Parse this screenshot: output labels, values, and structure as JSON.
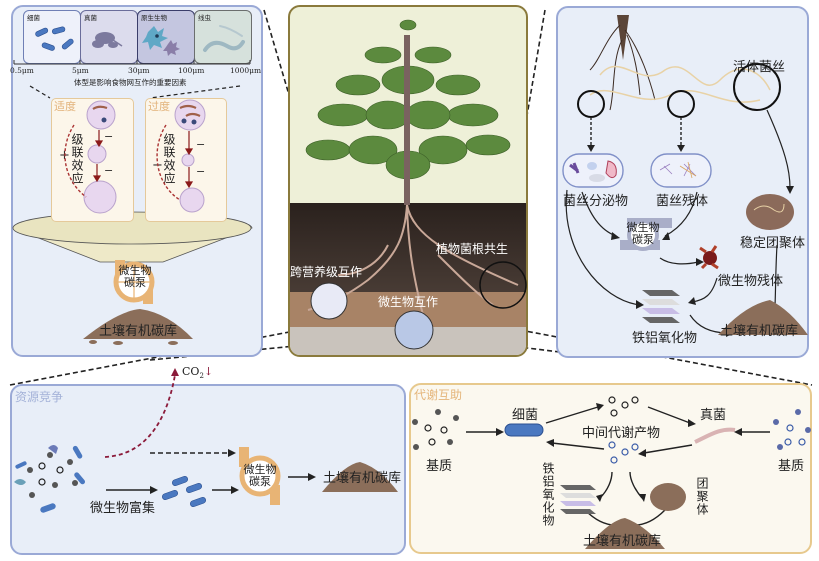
{
  "top_left": {
    "organisms": [
      {
        "label": "细菌",
        "color": "#e9edf8"
      },
      {
        "label": "真菌",
        "color": "#dcdced"
      },
      {
        "label": "原生生物",
        "color": "#c7c9e2"
      },
      {
        "label": "线虫",
        "color": "#d7e2dd"
      }
    ],
    "scale_ticks": [
      "0.5μm",
      "5μm",
      "30μm",
      "100μm",
      "1000μm"
    ],
    "scale_caption": "体型是影响食物网互作的重要因素",
    "moderate_box": {
      "title": "适度",
      "effect": "级联效应",
      "sign_side": "+",
      "sign_steps": [
        "−",
        "−"
      ]
    },
    "excess_box": {
      "title": "过度",
      "effect": "级联效应",
      "sign_side": "−",
      "sign_steps": [
        "−",
        "−"
      ]
    },
    "pump_label": "微生物碳泵",
    "soil_label": "土壤有机碳库"
  },
  "center": {
    "labels": {
      "cross_trophic": "跨营养级互作",
      "mycorrhiza": "植物菌根共生",
      "microbial_interaction": "微生物互作"
    }
  },
  "top_right": {
    "live_hyphae": "活体菌丝",
    "secretions": "菌丝分泌物",
    "residues": "菌丝残体",
    "pump_label": "微生物碳泵",
    "necromass": "微生物残体",
    "aggregates": "稳定团聚体",
    "fe_al_oxides": "铁铝氧化物",
    "soil_label": "土壤有机碳库"
  },
  "bottom_left": {
    "title": "资源竞争",
    "co2_label": "CO",
    "co2_sub": "2",
    "co2_trend": "↓",
    "enrichment": "微生物富集",
    "pump_label": "微生物碳泵",
    "soil_label": "土壤有机碳库"
  },
  "bottom_right": {
    "title": "代谢互助",
    "substrate_left": "基质",
    "bacteria": "细菌",
    "intermediates": "中间代谢产物",
    "fungi": "真菌",
    "substrate_right": "基质",
    "fe_al_oxides": "铁铝氧化物",
    "aggregates": "团聚体",
    "soil_label": "土壤有机碳库"
  },
  "colors": {
    "blue_panel_bg": "#e8eef8",
    "blue_panel_border": "#9aa9d6",
    "cream_panel_bg": "#fbf8ef",
    "cream_panel_border": "#e7c98d",
    "pump_orange": "#e8b475",
    "pump_gray": "#a9aec8",
    "co2_arrow": "#8b1a3a",
    "soil_brown": "#8b6e5a",
    "bacteria_blue": "#4a78c0",
    "title_orange": "#e4b57a",
    "title_blue": "#a4b2d8"
  }
}
